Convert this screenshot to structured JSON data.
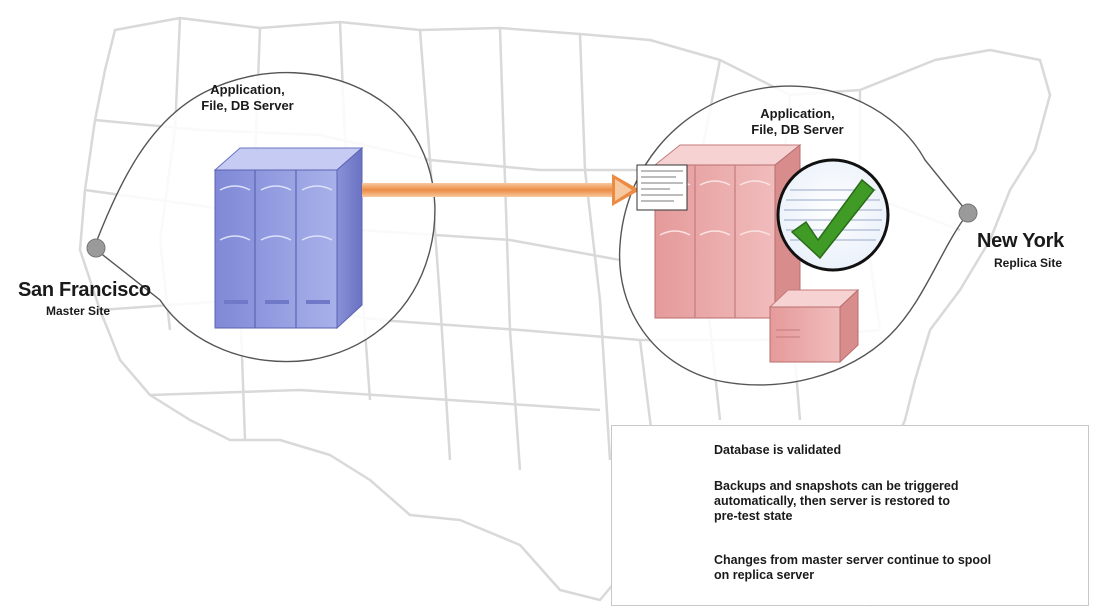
{
  "sites": {
    "master": {
      "name": "San Francisco",
      "role": "Master Site"
    },
    "replica": {
      "name": "New York",
      "role": "Replica Site"
    }
  },
  "servers": {
    "master_label": "Application,\nFile, DB Server",
    "replica_label": "Application,\nFile, DB Server"
  },
  "legend": {
    "items": [
      {
        "icon": "validated-check-icon",
        "text": "Database is validated"
      },
      {
        "icon": "snapshot-server-icon",
        "text": "Backups and snapshots can be triggered\nautomatically, then server is restored to\npre-test state"
      },
      {
        "icon": "spool-document-icon",
        "text": "Changes from master server continue to spool\non replica server"
      }
    ]
  },
  "colors": {
    "master_server": "#9aa3e0",
    "replica_server": "#e6a3a3",
    "arrow": "#f0a060",
    "check": "#3f9a26",
    "map_lines": "#dadada"
  }
}
